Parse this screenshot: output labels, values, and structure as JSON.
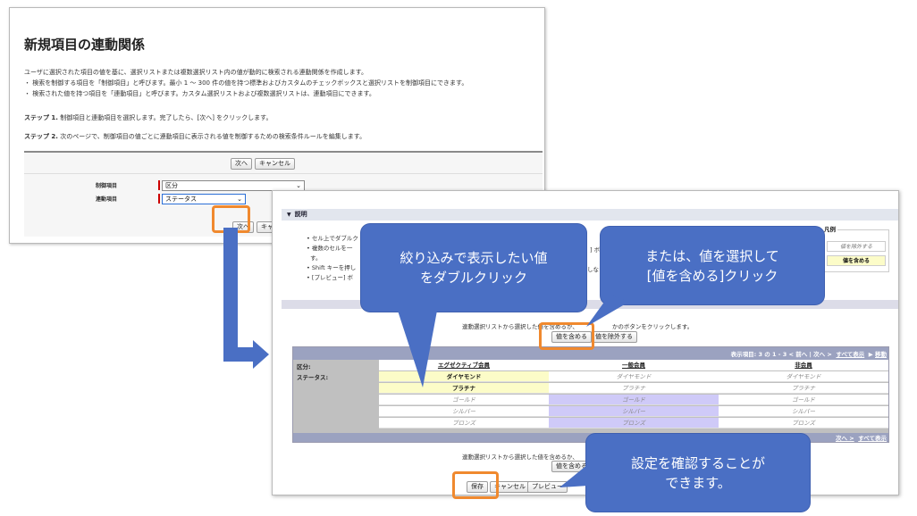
{
  "back_window": {
    "title": "新規項目の連動関係",
    "description": [
      "ユーザに選択された項目の値を基に、選択リストまたは複数選択リスト内の値が動的に検索される連動関係を作成します。",
      "・ 検索を制御する項目を「制御項目」と呼びます。最小 1 〜 300 件の値を持つ標準およびカスタムのチェックボックスと選択リストを制御項目にできます。",
      "・ 検索された値を持つ項目を「連動項目」と呼びます。カスタム選択リストおよび複数選択リストは、連動項目にできます。"
    ],
    "step1_label": "ステップ 1.",
    "step1_text": " 制御項目と連動項目を選択します。完了したら、[次へ] をクリックします。",
    "step2_label": "ステップ 2.",
    "step2_text": " 次のページで、制御項目の値ごとに連動項目に表示される値を制御するための検索条件ルールを編集します。",
    "next_label": "次へ",
    "cancel_label": "キャンセル",
    "cancel_label_short": "キャン",
    "controlling_label": "制御項目",
    "controlling_value": "区分",
    "dependent_label": "連動項目",
    "dependent_value": "ステータス"
  },
  "front_window": {
    "section_title": "説明",
    "instructions": [
      "セル上でダブルク",
      "複数のセルを一",
      "す。",
      "Shift キーを押し",
      "[プレビュー] ボ"
    ],
    "instruction_fragment_1": "] ボ",
    "instruction_fragment_2": "しな",
    "legend_title": "凡例",
    "legend_excluded": "値を除外する",
    "legend_included": "値を含める",
    "hint_text_a": "連動選択リストから選択した",
    "hint_text_b": "値を含めるか、",
    "hint_text_c": "かのボタンをクリックします。",
    "hint_text_d": "値を含めるか、",
    "include_button": "値を含める",
    "exclude_button": "値を除外する",
    "include_button_bottom": "値を含める",
    "nav_text": "表示項目: 3 の 1 - 3 < 前へ | 次へ >",
    "nav_show_all": "すべて表示",
    "nav_move": "移動",
    "nav_bottom_next": "次へ >",
    "nav_bottom_show_all": "すべて表示",
    "row_label_division": "区分:",
    "row_label_status": "ステータス:",
    "columns": [
      "エグゼクティブ会員",
      "一般会員",
      "非会員"
    ],
    "values": [
      "ダイヤモンド",
      "プラチナ",
      "ゴールド",
      "シルバー",
      "ブロンズ"
    ],
    "save_label": "保存",
    "cancel_label": "キャンセル",
    "preview_label": "プレビュー"
  },
  "callouts": {
    "double_click": "絞り込みで表示したい値\nをダブルクリック",
    "or_select": "または、値を選択して\n[値を含める]クリック",
    "confirm": "設定を確認することが\nできます。"
  },
  "colors": {
    "callout_bg": "#4a6fc4",
    "highlight": "#f0892e",
    "selected_cell": "#fcfcc8",
    "purple_cell": "#cfcaf8"
  }
}
